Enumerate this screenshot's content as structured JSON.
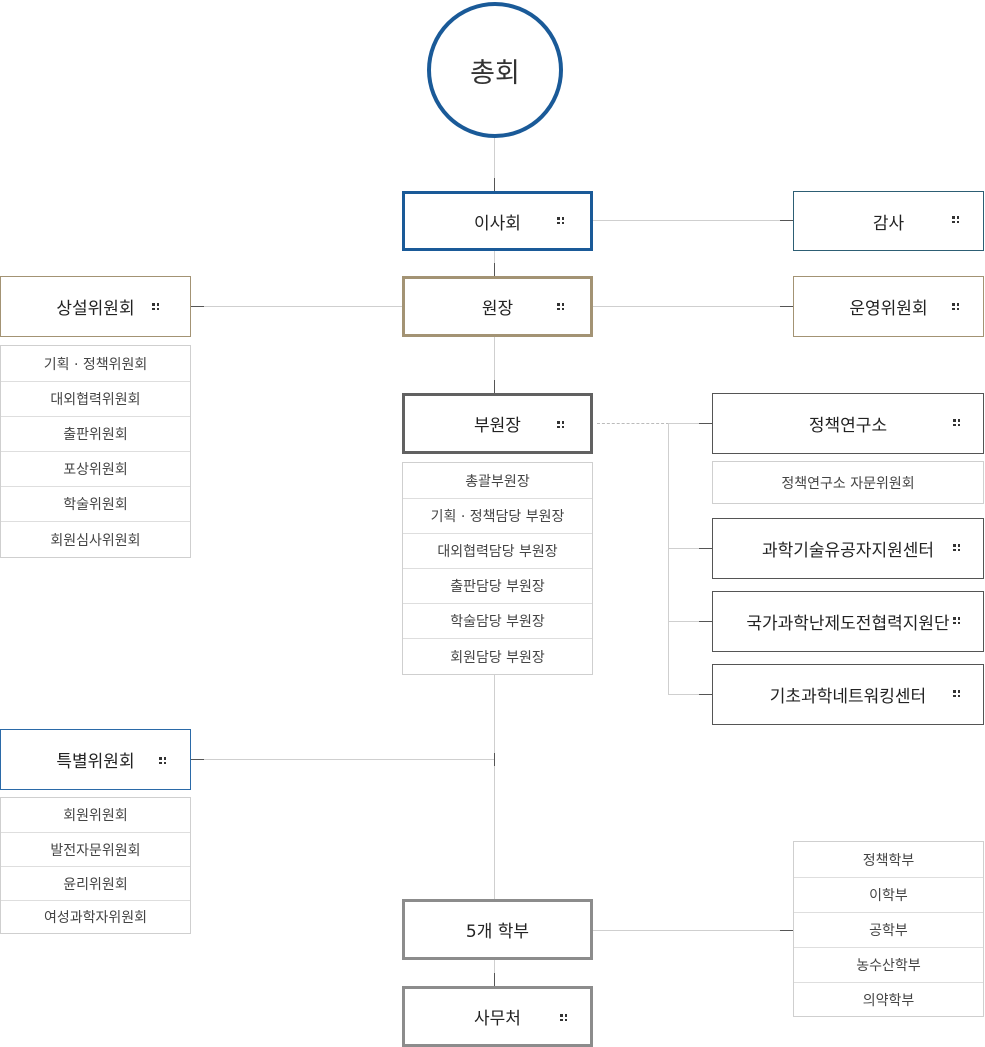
{
  "top": {
    "label": "총회"
  },
  "board": {
    "label": "이사회"
  },
  "audit": {
    "label": "감사"
  },
  "president": {
    "label": "원장"
  },
  "standing_committee": {
    "label": "상설위원회",
    "items": [
      "기획 · 정책위원회",
      "대외협력위원회",
      "출판위원회",
      "포상위원회",
      "학술위원회",
      "회원심사위원회"
    ]
  },
  "operating_committee": {
    "label": "운영위원회"
  },
  "vice_president": {
    "label": "부원장",
    "items": [
      "총괄부원장",
      "기획 · 정책담당 부원장",
      "대외협력담당 부원장",
      "출판담당 부원장",
      "학술담당 부원장",
      "회원담당 부원장"
    ]
  },
  "policy_institute": {
    "label": "정책연구소",
    "advisory": "정책연구소 자문위원회"
  },
  "centers": [
    {
      "label": "과학기술유공자지원센터"
    },
    {
      "label": "국가과학난제도전협력지원단"
    },
    {
      "label": "기초과학네트워킹센터"
    }
  ],
  "special_committee": {
    "label": "특별위원회",
    "items": [
      "회원위원회",
      "발전자문위원회",
      "윤리위원회",
      "여성과학자위원회"
    ]
  },
  "divisions": {
    "label": "5개 학부",
    "items": [
      "정책학부",
      "이학부",
      "공학부",
      "농수산학부",
      "의약학부"
    ]
  },
  "secretariat": {
    "label": "사무처"
  }
}
